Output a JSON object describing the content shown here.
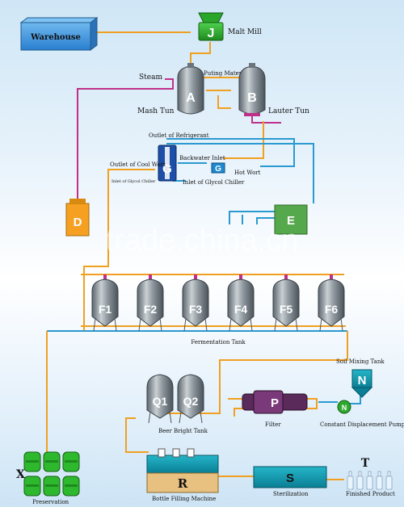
{
  "equipment": {
    "warehouse": "Warehouse",
    "malt_mill_letter": "J",
    "malt_mill": "Malt Mill",
    "steam": "Steam",
    "puting_material": "Puting Material",
    "mash_tun_letter": "A",
    "mash_tun": "Mash Tun",
    "lauter_tun_letter": "B",
    "lauter_tun": "Lauter Tun",
    "outlet_refrigerant": "Outlet of Refrigerant",
    "outlet_cool_wort": "Outlet of Cool Wort",
    "backwater_inlet": "Backwater Inlet",
    "heat_exchanger_letter": "G",
    "hot_wort_letter": "G",
    "hot_wort": "Hot Wort",
    "inlet_glycol_chiller": "Inlet of Glycol Chiller",
    "inlet_glycol_small": "Inlet of Glycol Chiller",
    "d_tank_letter": "D",
    "e_tank_letter": "E",
    "fermentation_tanks": [
      "F1",
      "F2",
      "F3",
      "F4",
      "F5",
      "F6"
    ],
    "fermentation_tank": "Fermentation Tank",
    "soil_mixing_tank": "Soil Mixing Tank",
    "soil_mixing_letter": "N",
    "bright_tanks": [
      "Q1",
      "Q2"
    ],
    "beer_bright_tank": "Beer Bright Tank",
    "filter_letter": "P",
    "filter": "Filter",
    "pump_letter": "N",
    "constant_displacement_pump": "Constant Displacement Pump",
    "bottle_filling_letter": "R",
    "bottle_filling_machine": "Bottle Filling Machine",
    "sterilization_letter": "S",
    "sterilization": "Sterilization",
    "finished_letter": "T",
    "finished_product": "Finished Product",
    "preservation_letter": "X",
    "preservation": "Preservation"
  },
  "watermark": "trade.china.cn",
  "colors": {
    "pipe_orange": "#f0a020",
    "pipe_blue": "#2a9ad0",
    "pipe_magenta": "#c0308a",
    "tank_steel": "#7f8a92",
    "green": "#2ea82e",
    "teal": "#14a0b8"
  }
}
